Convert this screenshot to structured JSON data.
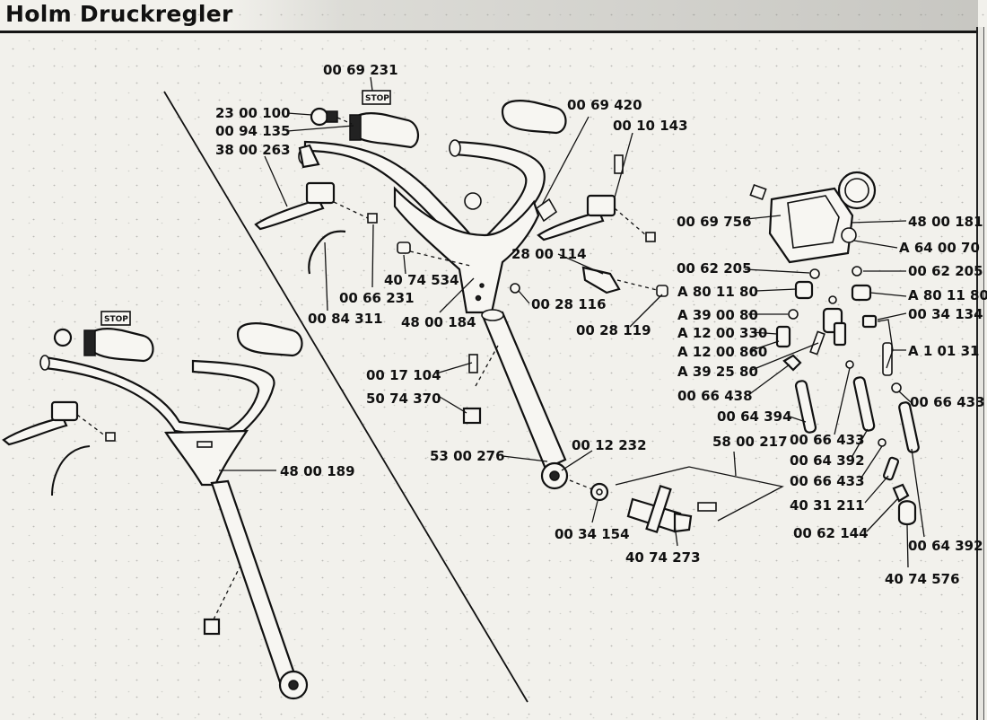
{
  "page": {
    "title": "Holm  Druckregler"
  },
  "stop_labels": [
    "STOP",
    "STOP"
  ],
  "callouts": [
    "00 69 231",
    "23 00 100",
    "00 94 135",
    "38 00 263",
    "00 69 420",
    "00 10 143",
    "00 69 756",
    "48 00 181",
    "A 64 00 70",
    "00 62 205",
    "00 62 205",
    "A 80 11 80",
    "A 80 11 80",
    "00 34 134",
    "A 39 00 80",
    "A 12 00 330",
    "A 12 00 860",
    "A 1 01 31",
    "A 39 25 80",
    "28 00 114",
    "40 74 534",
    "00 28 116",
    "00 28 119",
    "00 66 231",
    "00 84 311",
    "48 00 184",
    "00 17 104",
    "50 74 370",
    "00 66 438",
    "00 64 394",
    "00 66 433",
    "00 66 433",
    "00 64 392",
    "00 66 433",
    "40 31 211",
    "00 62 144",
    "00 64 392",
    "40 74 576",
    "58 00 217",
    "00 12 232",
    "53 00 276",
    "00 34 154",
    "40 74 273",
    "48 00 189"
  ]
}
